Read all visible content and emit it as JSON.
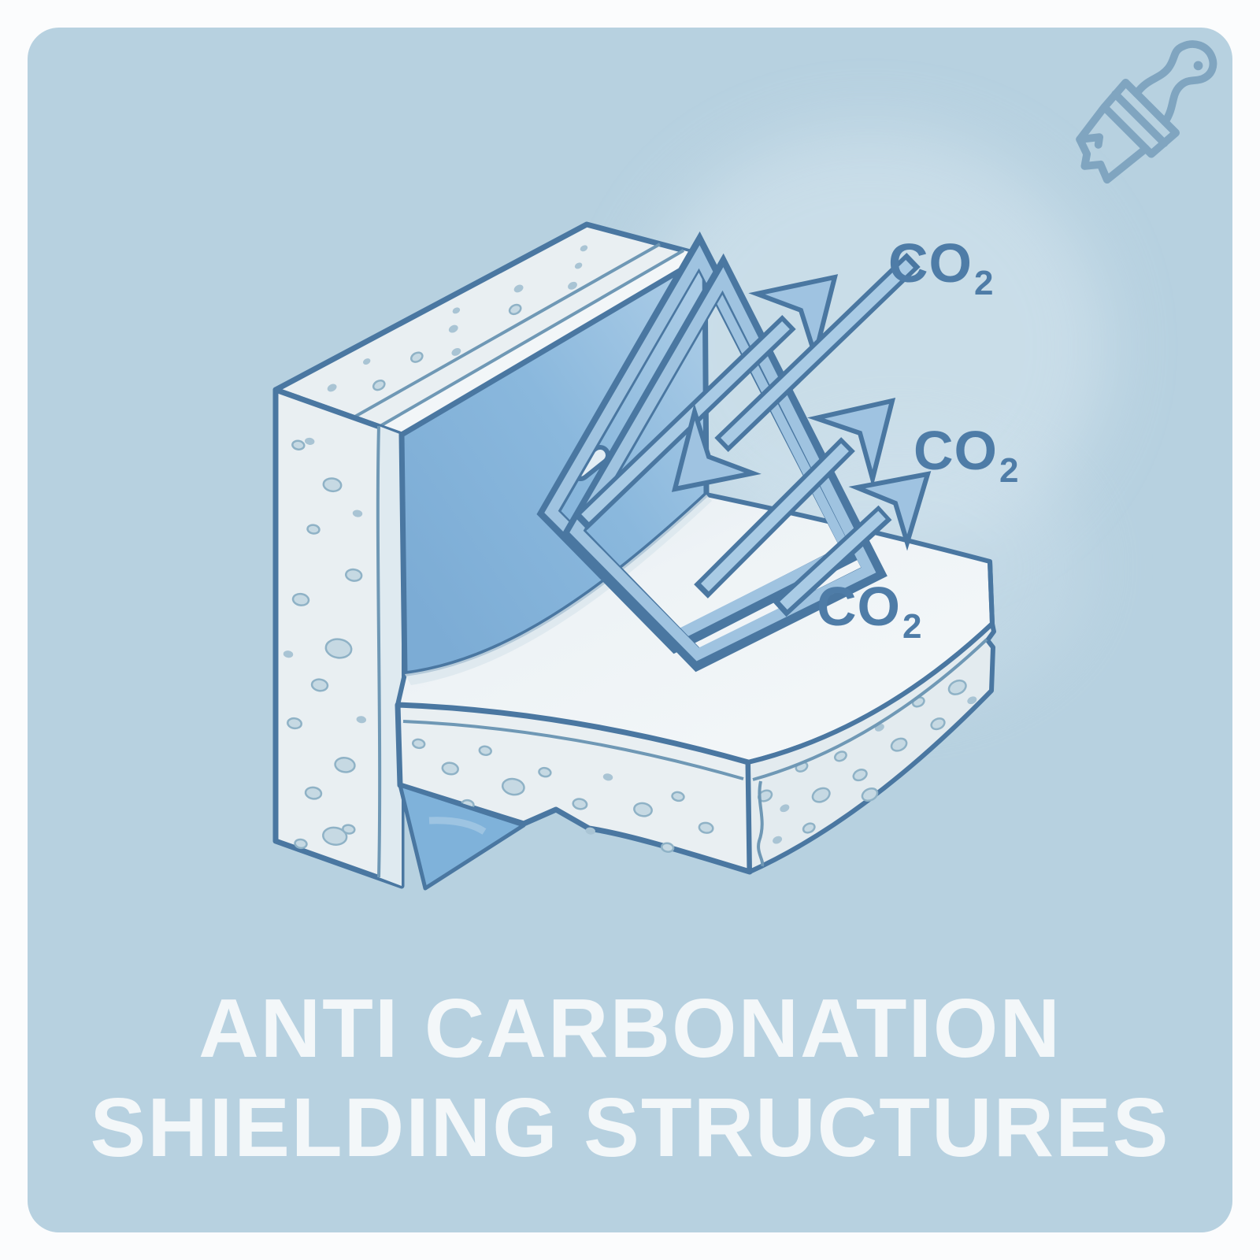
{
  "page": {
    "background": "#fbfcfd"
  },
  "card": {
    "background": "#b7d1e0",
    "corner_radius": 40
  },
  "title": {
    "line1": "ANTI CARBONATION",
    "line2": "SHIELDING STRUCTURES",
    "color": "#f3f7f9"
  },
  "diagram": {
    "co2_labels": [
      {
        "id": "co2-incoming",
        "formula": "CO",
        "subscript": "2"
      },
      {
        "id": "co2-reflected-upper",
        "formula": "CO",
        "subscript": "2"
      },
      {
        "id": "co2-surface",
        "formula": "CO",
        "subscript": "2"
      }
    ],
    "label_color": "#4e7ca7",
    "outline_color": "#4a77a1",
    "coating_color": "#8ab8dd",
    "coating_end_color": "#7fb2da",
    "concrete_color": "#e9eff2",
    "slab_top_color": "#eef3f6",
    "arrow_fill": "#a9cbe5",
    "pane_fill": "#9fc3e0",
    "glow_color": "#d8e7f0",
    "speckle_color": "#c6d9e3"
  },
  "icons": {
    "paintbrush": "paintbrush-icon"
  }
}
